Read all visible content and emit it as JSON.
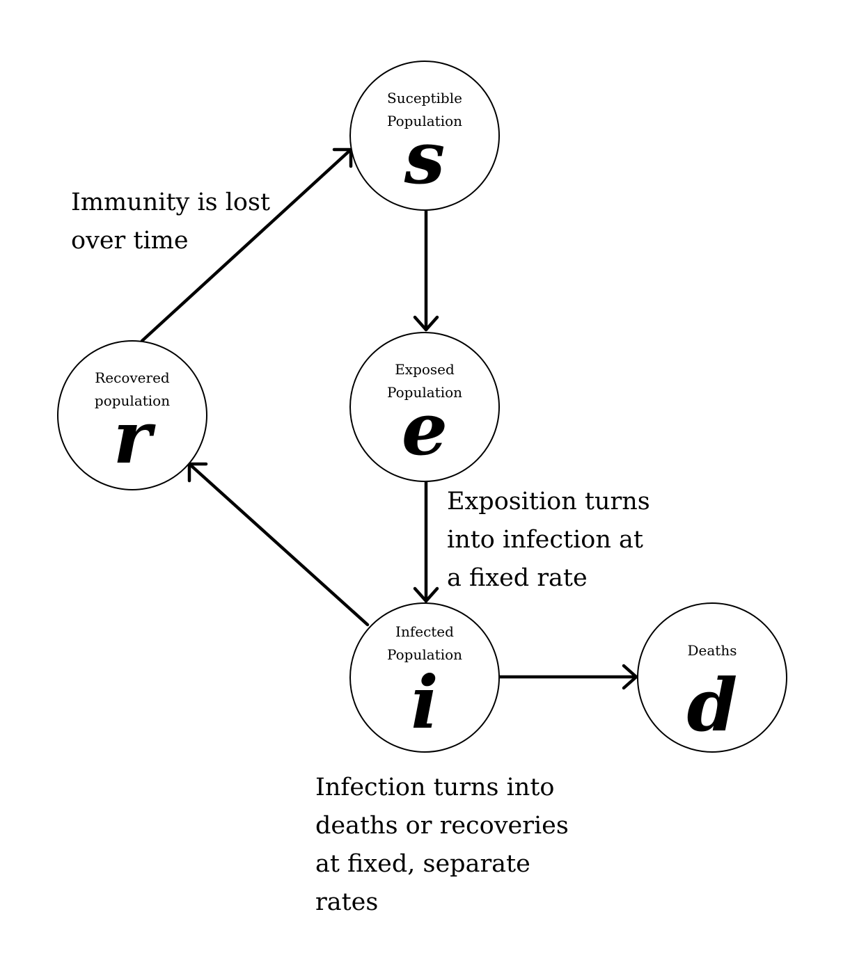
{
  "nodes": {
    "s": {
      "label": "Suceptible\nPopulation",
      "symbol": "s"
    },
    "e": {
      "label": "Exposed\nPopulation",
      "symbol": "e"
    },
    "i": {
      "label": "Infected\nPopulation",
      "symbol": "i"
    },
    "r": {
      "label": "Recovered\npopulation",
      "symbol": "r"
    },
    "d": {
      "label": "Deaths",
      "symbol": "d"
    }
  },
  "annotations": {
    "immunity": "Immunity is lost\nover time",
    "exposition": "Exposition turns\ninto infection at\na fixed rate",
    "infection": "Infection turns into\ndeaths or recoveries\nat fixed, separate\nrates"
  },
  "colors": {
    "stroke": "#000000",
    "background": "#ffffff"
  }
}
